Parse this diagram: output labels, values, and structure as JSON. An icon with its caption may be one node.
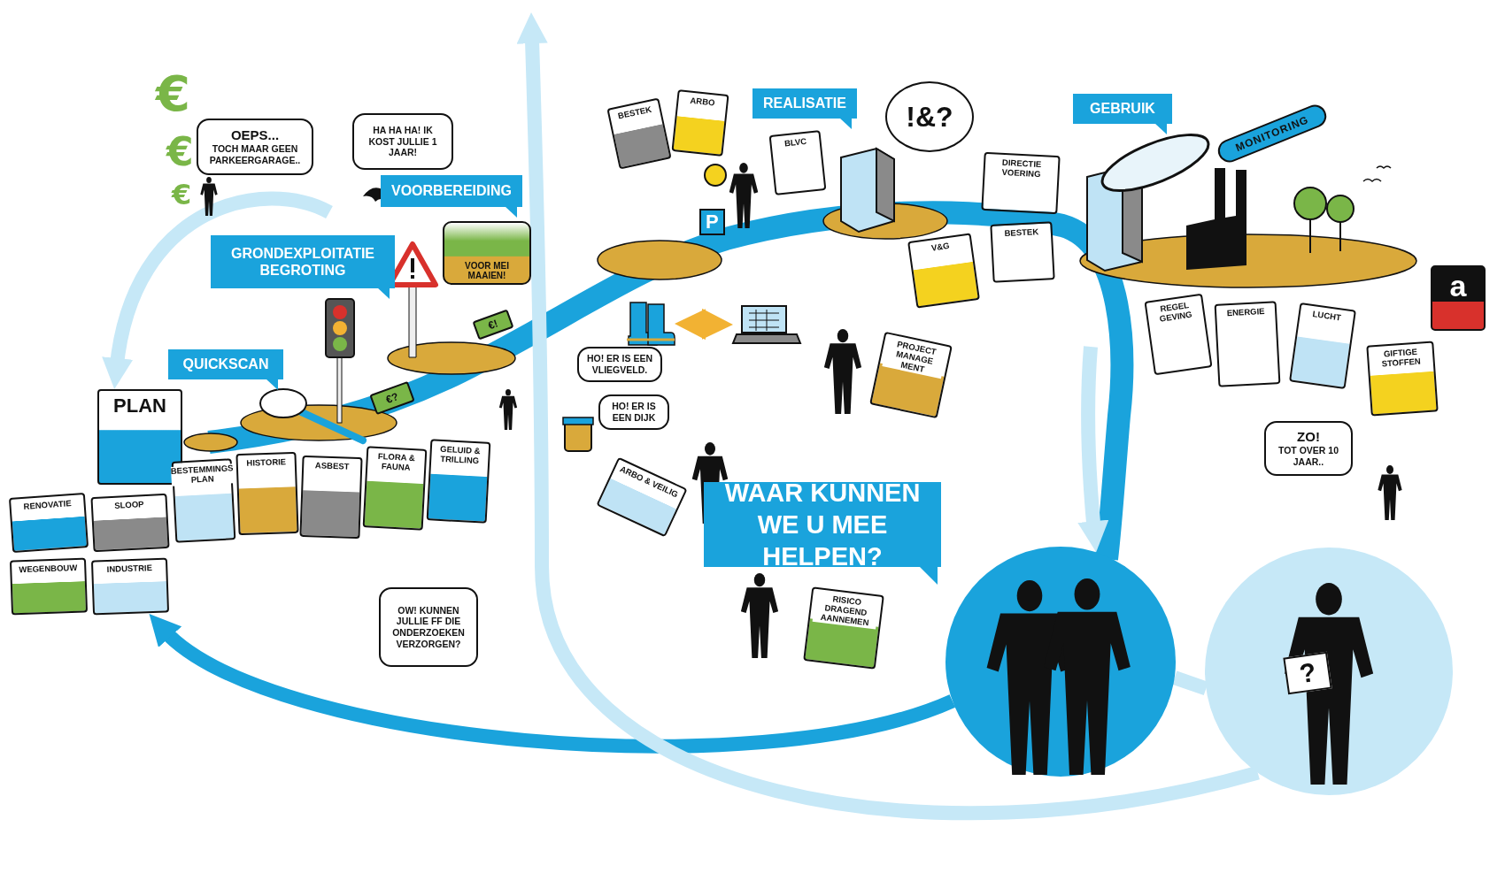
{
  "diagram": {
    "nodes": [
      {
        "text": [
          "QUICKSCAN"
        ]
      },
      {
        "text": [
          "GRONDEXPLOITATIE BEGROTING"
        ]
      },
      {
        "text": [
          "VOORBEREIDING"
        ]
      },
      {
        "text": [
          "REALISATIE"
        ]
      },
      {
        "text": [
          "GEBRUIK"
        ]
      },
      {
        "text": [
          "WAAR KUNNEN WE U MEE HELPEN?"
        ]
      },
      {
        "text": [
          "OEPS...",
          "TOCH MAAR GEEN PARKEERGARAGE.."
        ]
      },
      {
        "text": [
          "HA HA HA! IK KOST JULLIE 1 JAAR!"
        ]
      },
      {
        "text": [
          "VOOR MEI MAAIEN!"
        ]
      },
      {
        "text": [
          "HO! ER IS EEN VLIEGVELD."
        ]
      },
      {
        "text": [
          "HO! ER IS EEN DIJK"
        ]
      },
      {
        "text": [
          "!&?"
        ]
      },
      {
        "text": [
          "OW! KUNNEN JULLIE **FF** DIE ONDERZOEKEN VERZORGEN?"
        ]
      },
      {
        "text": [
          "ZO!",
          "TOT OVER 10 JAAR.."
        ]
      },
      {
        "text": [
          "PLAN"
        ]
      },
      {
        "text": [
          "RENOVATIE"
        ]
      },
      {
        "text": [
          "SLOOP"
        ]
      },
      {
        "text": [
          "WEGENBOUW"
        ]
      },
      {
        "text": [
          "INDUSTRIE"
        ]
      },
      {
        "text": [
          "BESTEMMINGS PLAN"
        ]
      },
      {
        "text": [
          "HISTORIE"
        ]
      },
      {
        "text": [
          "ASBEST"
        ]
      },
      {
        "text": [
          "FLORA & FAUNA"
        ]
      },
      {
        "text": [
          "GELUID & TRILLING"
        ]
      },
      {
        "text": [
          "BESTEK"
        ]
      },
      {
        "text": [
          "ARBO"
        ]
      },
      {
        "text": [
          "BLVC"
        ]
      },
      {
        "text": [
          "DIRECTIE VOERING"
        ]
      },
      {
        "text": [
          "BESTEK"
        ]
      },
      {
        "text": [
          "V&G"
        ]
      },
      {
        "text": [
          "PROJECT MANAGE MENT"
        ]
      },
      {
        "text": [
          "ARBO & VEILIG"
        ]
      },
      {
        "text": [
          "RISICO DRAGEND AANNEMEN"
        ]
      },
      {
        "text": [
          "MONITORING"
        ]
      },
      {
        "text": [
          "REGEL GEVING"
        ]
      },
      {
        "text": [
          "ENERGIE"
        ]
      },
      {
        "text": [
          "LUCHT"
        ]
      },
      {
        "text": [
          "GIFTIGE STOFFEN"
        ]
      },
      {
        "text": [
          "a"
        ]
      },
      {
        "text": [
          "€?"
        ]
      },
      {
        "text": [
          "€!"
        ]
      },
      {
        "text": [],
        "shape": "circle"
      },
      {
        "text": [],
        "shape": "circle"
      },
      {
        "text": [],
        "shape": "picture"
      },
      {
        "text": [],
        "shape": "picture"
      }
    ],
    "edges": [
      {
        "from": 41,
        "to": 18,
        "arrow": "to",
        "color": "#1aa3dc"
      },
      {
        "from": null,
        "to": 14,
        "arrow": "to"
      },
      {
        "from": 42,
        "to": null,
        "arrow": "to"
      },
      {
        "from": null,
        "to": 41,
        "arrow": "to"
      },
      {
        "from": 41,
        "to": 42,
        "arrow": "none"
      },
      {
        "from": 43,
        "to": 44,
        "arrow": "both",
        "color": "#f2b233"
      }
    ],
    "labels": [
      "€",
      "€",
      "€",
      "P",
      "?"
    ]
  }
}
